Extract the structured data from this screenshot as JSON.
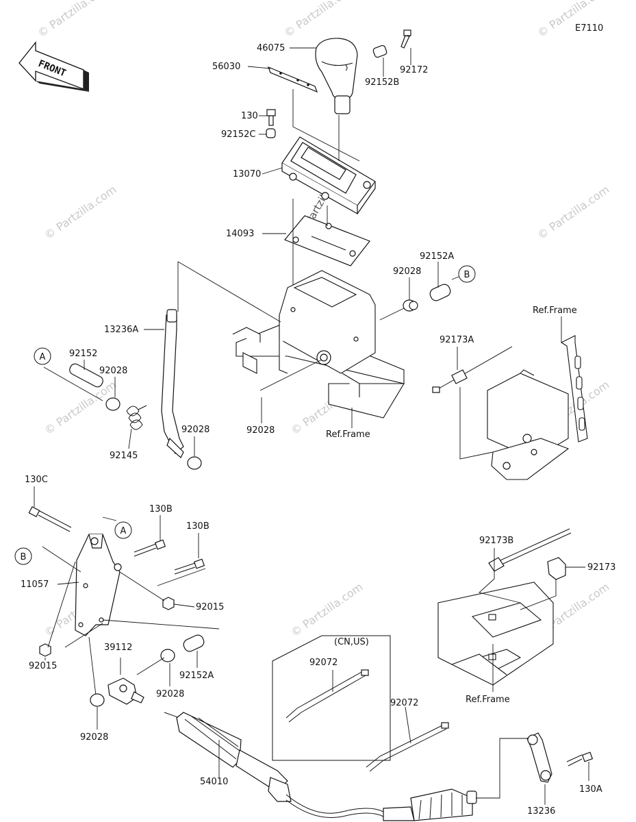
{
  "diagram_code": "E7110",
  "front_label": "FRONT",
  "watermark": "© Partzilla.com",
  "variant_note": "(CN,US)",
  "callouts": [
    {
      "key": "A",
      "id": "ref-a-upper"
    },
    {
      "key": "B",
      "id": "ref-b-upper"
    },
    {
      "key": "A",
      "id": "ref-a-lower"
    },
    {
      "key": "B",
      "id": "ref-b-lower"
    }
  ],
  "parts": [
    {
      "number": "46075"
    },
    {
      "number": "56030"
    },
    {
      "number": "92172"
    },
    {
      "number": "92152B"
    },
    {
      "number": "130"
    },
    {
      "number": "92152C"
    },
    {
      "number": "13070"
    },
    {
      "number": "14093"
    },
    {
      "number": "92152A"
    },
    {
      "number": "92028"
    },
    {
      "number": "13236A"
    },
    {
      "number": "92152"
    },
    {
      "number": "92028"
    },
    {
      "number": "92145"
    },
    {
      "number": "92028"
    },
    {
      "number": "92028"
    },
    {
      "number": "Ref.Frame"
    },
    {
      "number": "Ref.Frame"
    },
    {
      "number": "92173A"
    },
    {
      "number": "130C"
    },
    {
      "number": "130B"
    },
    {
      "number": "130B"
    },
    {
      "number": "11057"
    },
    {
      "number": "92015"
    },
    {
      "number": "92015"
    },
    {
      "number": "39112"
    },
    {
      "number": "92028"
    },
    {
      "number": "92152A"
    },
    {
      "number": "92028"
    },
    {
      "number": "92173B"
    },
    {
      "number": "92173"
    },
    {
      "number": "Ref.Frame"
    },
    {
      "number": "92072"
    },
    {
      "number": "92072"
    },
    {
      "number": "54010"
    },
    {
      "number": "13236"
    },
    {
      "number": "130A"
    }
  ]
}
